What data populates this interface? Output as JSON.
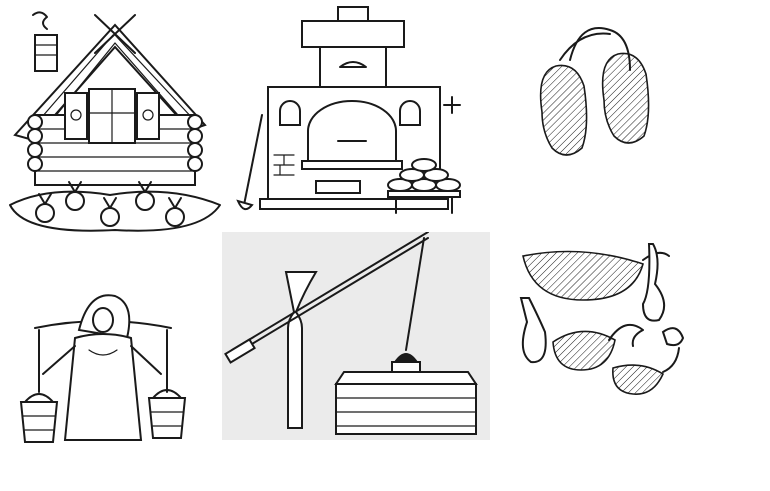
{
  "colors": {
    "ink": "#1a1a1a",
    "paper": "#ffffff",
    "shade": "#ebebeb"
  },
  "illustrations": [
    {
      "id": "izba",
      "icon": "log-hut-icon"
    },
    {
      "id": "stove",
      "icon": "russian-stove-icon"
    },
    {
      "id": "bast-shoes",
      "icon": "lapti-icon"
    },
    {
      "id": "yoke",
      "icon": "woman-with-yoke-icon"
    },
    {
      "id": "well",
      "icon": "sweep-well-icon"
    },
    {
      "id": "dishes",
      "icon": "wooden-ladles-icon"
    }
  ]
}
